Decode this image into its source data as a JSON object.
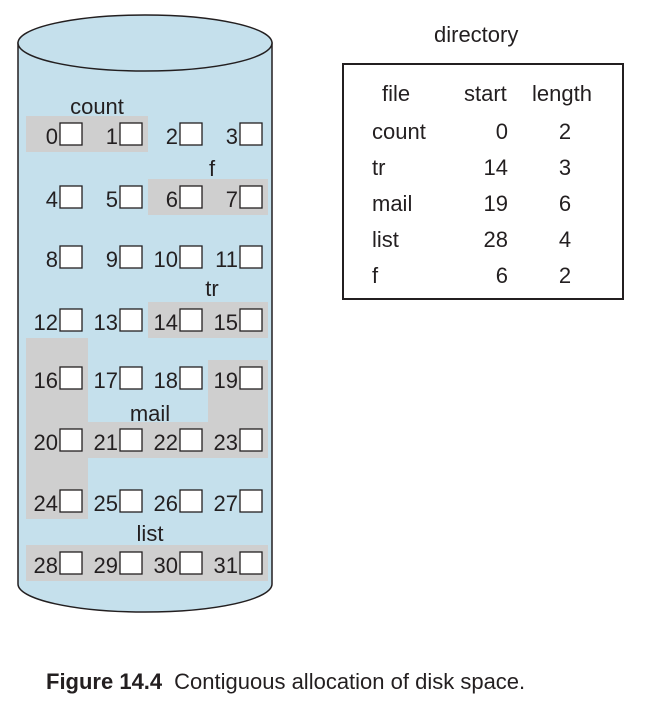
{
  "colors": {
    "disk_fill": "#c5e0ec",
    "allocated_fill": "#cfcfcf",
    "stroke": "#231f20",
    "block_fill": "#ffffff"
  },
  "files": [
    {
      "name": "count",
      "start": 0,
      "length": 2
    },
    {
      "name": "tr",
      "start": 14,
      "length": 3
    },
    {
      "name": "mail",
      "start": 19,
      "length": 6
    },
    {
      "name": "list",
      "start": 28,
      "length": 4
    },
    {
      "name": "f",
      "start": 6,
      "length": 2
    }
  ],
  "blocks": [
    "0",
    "1",
    "2",
    "3",
    "4",
    "5",
    "6",
    "7",
    "8",
    "9",
    "10",
    "11",
    "12",
    "13",
    "14",
    "15",
    "16",
    "17",
    "18",
    "19",
    "20",
    "21",
    "22",
    "23",
    "24",
    "25",
    "26",
    "27",
    "28",
    "29",
    "30",
    "31"
  ],
  "directory": {
    "title": "directory",
    "headers": [
      "file",
      "start",
      "length"
    ],
    "rows": [
      [
        "count",
        "0",
        "2"
      ],
      [
        "tr",
        "14",
        "3"
      ],
      [
        "mail",
        "19",
        "6"
      ],
      [
        "list",
        "28",
        "4"
      ],
      [
        "f",
        "6",
        "2"
      ]
    ]
  },
  "caption": {
    "label": "Figure 14.4",
    "text": "Contiguous allocation of disk space."
  }
}
